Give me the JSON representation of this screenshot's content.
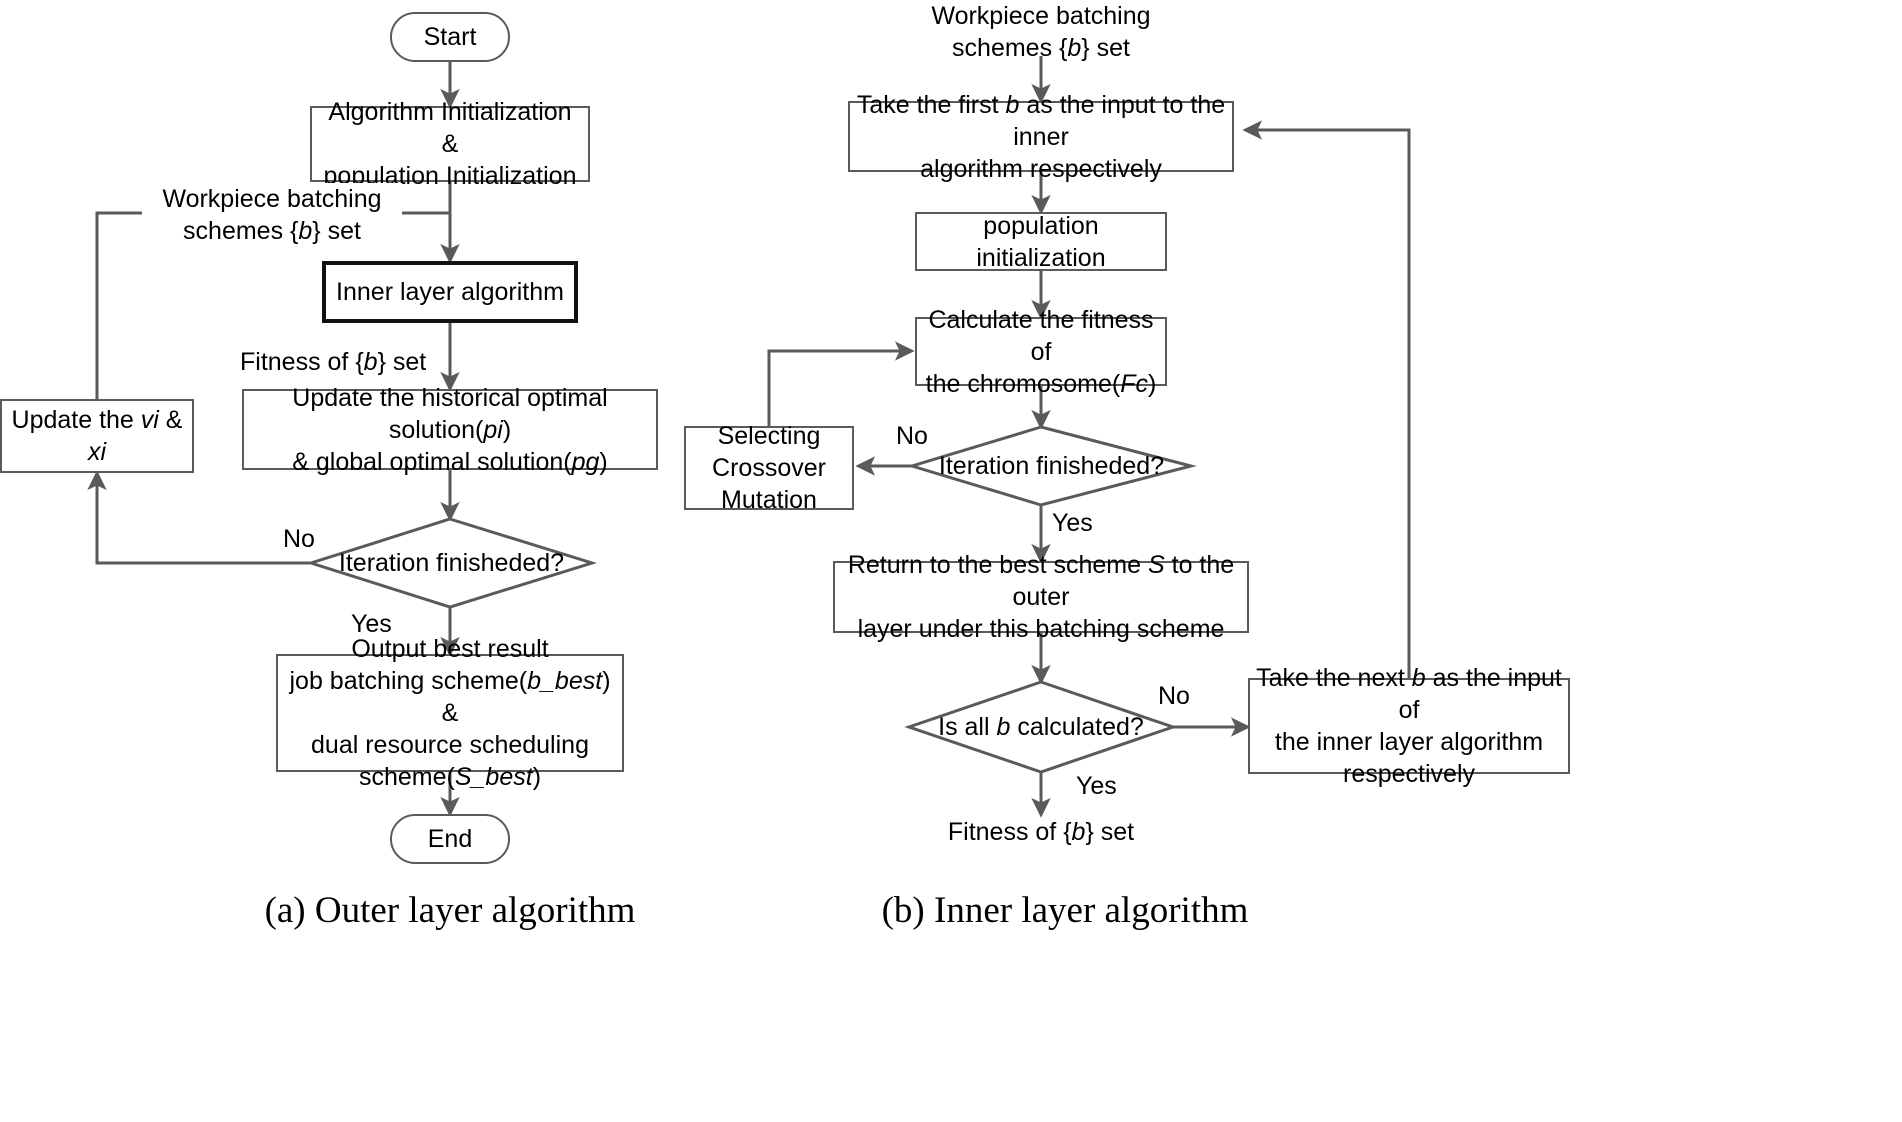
{
  "figure": {
    "title": "Bi-level algorithm flowchart",
    "line_color": "#5a5a5a",
    "emphasis_color": "#111111",
    "background": "#ffffff"
  },
  "captions": {
    "left": "(a) Outer layer algorithm",
    "right": "(b) Inner layer algorithm"
  },
  "outer": {
    "nodes": {
      "start": "Start",
      "init": "Algorithm Initialization &\npopulation Initialization",
      "inner_layer": "Inner layer algorithm",
      "update_optimal": "Update the historical optimal solution(pi)\n& global optimal solution(pg)",
      "decision_iteration": "Iteration finisheded?",
      "update_vx": "Update the vi & xi",
      "output_best": "Output best result\njob batching scheme(b_best) &\ndual resource scheduling\nscheme(S_best)",
      "end": "End"
    },
    "edge_labels": {
      "workpiece_batching": "Workpiece batching\nschemes {b} set",
      "fitness_of_b": "Fitness of {b} set",
      "no": "No",
      "yes": "Yes"
    }
  },
  "inner": {
    "nodes": {
      "input_label": "Workpiece batching\nschemes {b} set",
      "take_first_b": "Take the first b as the input to the inner\nalgorithm respectively",
      "population_init": "population initialization",
      "calc_fitness": "Calculate the fitness of\nthe chromosome(Fc)",
      "decision_iteration": "Iteration finisheded?",
      "selecting_crossover_mutation": "Selecting\nCrossover\nMutation",
      "return_best_scheme": "Return to the best scheme S to the outer\nlayer under this batching scheme",
      "decision_all_b": "Is all b calculated?",
      "take_next_b": "Take the next b as the input of\nthe inner layer algorithm\nrespectively",
      "output_label": "Fitness of {b} set"
    },
    "edge_labels": {
      "no_iteration": "No",
      "yes_iteration": "Yes",
      "no_all_b": "No",
      "yes_all_b": "Yes"
    }
  }
}
